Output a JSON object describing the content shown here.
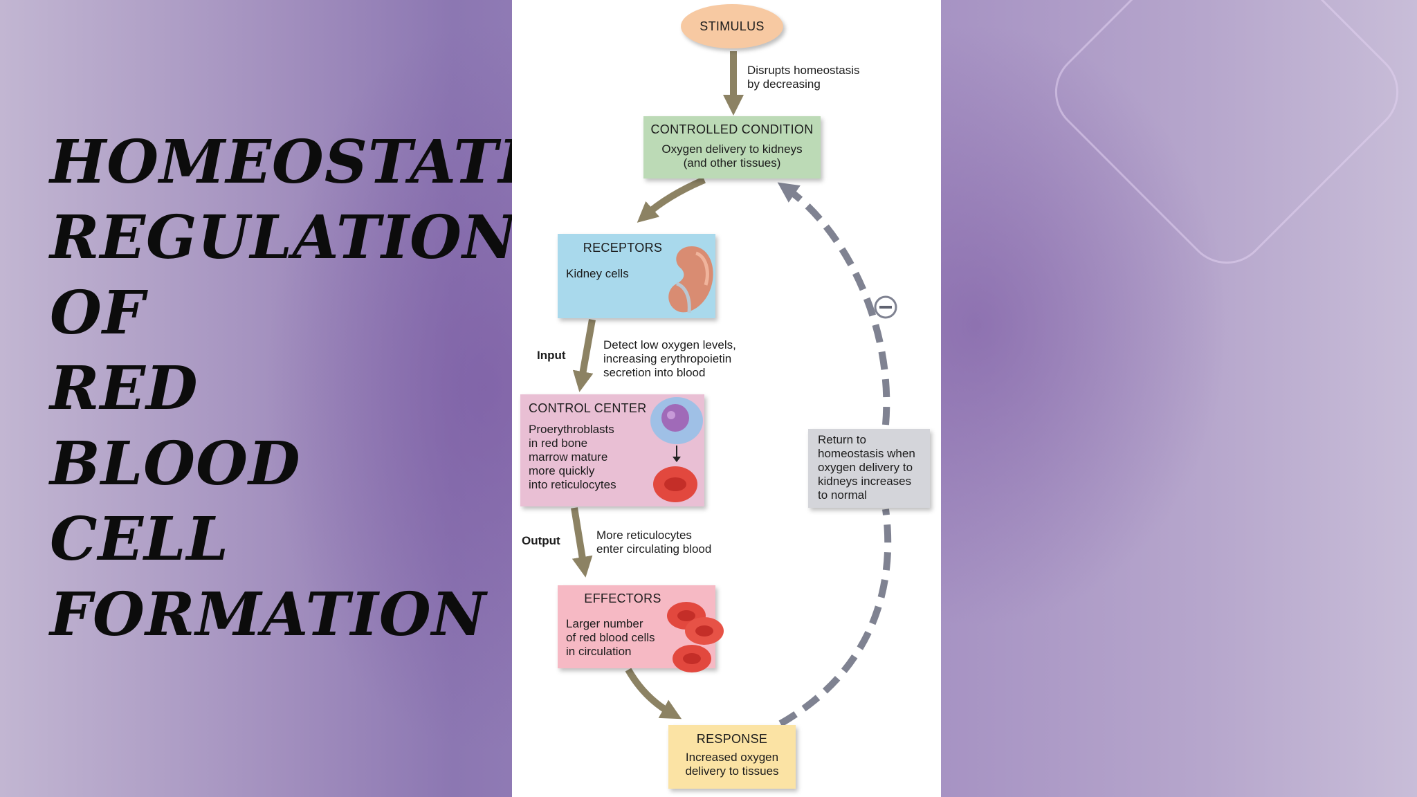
{
  "title": {
    "lines": [
      "HOMEOSTATIC",
      "REGULATION",
      "OF",
      "RED",
      "BLOOD",
      "CELL",
      "FORMATION"
    ]
  },
  "diagram": {
    "stimulus": "STIMULUS",
    "disrupts_lines": [
      "Disrupts homeostasis",
      "by decreasing"
    ],
    "controlled_condition": {
      "heading": "CONTROLLED CONDITION",
      "lines": [
        "Oxygen delivery to kidneys",
        "(and other tissues)"
      ]
    },
    "receptors": {
      "heading": "RECEPTORS",
      "body": "Kidney cells"
    },
    "input_label": "Input",
    "input_lines": [
      "Detect low oxygen levels,",
      "increasing erythropoietin",
      "secretion into blood"
    ],
    "control_center": {
      "heading": "CONTROL CENTER",
      "lines": [
        "Proerythroblasts",
        "in red bone",
        "marrow mature",
        "more quickly",
        "into reticulocytes"
      ]
    },
    "output_label": "Output",
    "output_lines": [
      "More reticulocytes",
      "enter circulating blood"
    ],
    "effectors": {
      "heading": "EFFECTORS",
      "lines": [
        "Larger number",
        "of red blood cells",
        "in circulation"
      ]
    },
    "response": {
      "heading": "RESPONSE",
      "lines": [
        "Increased oxygen",
        "delivery to tissues"
      ]
    },
    "return_lines": [
      "Return to",
      "homeostasis when",
      "oxygen delivery to",
      "kidneys increases",
      "to normal"
    ],
    "colors": {
      "stimulus": "#f7c9a2",
      "controlled": "#bcdab6",
      "receptors": "#a9d9ec",
      "control_center": "#e9bfd4",
      "effectors": "#f6b9c4",
      "response": "#fbe3a4",
      "return": "#d4d5da",
      "arrow": "#8c8263",
      "feedback": "#7f8291"
    },
    "icons": [
      "kidney-icon",
      "proerythroblast-icon",
      "red-blood-cell-icon",
      "negative-feedback-icon"
    ]
  }
}
